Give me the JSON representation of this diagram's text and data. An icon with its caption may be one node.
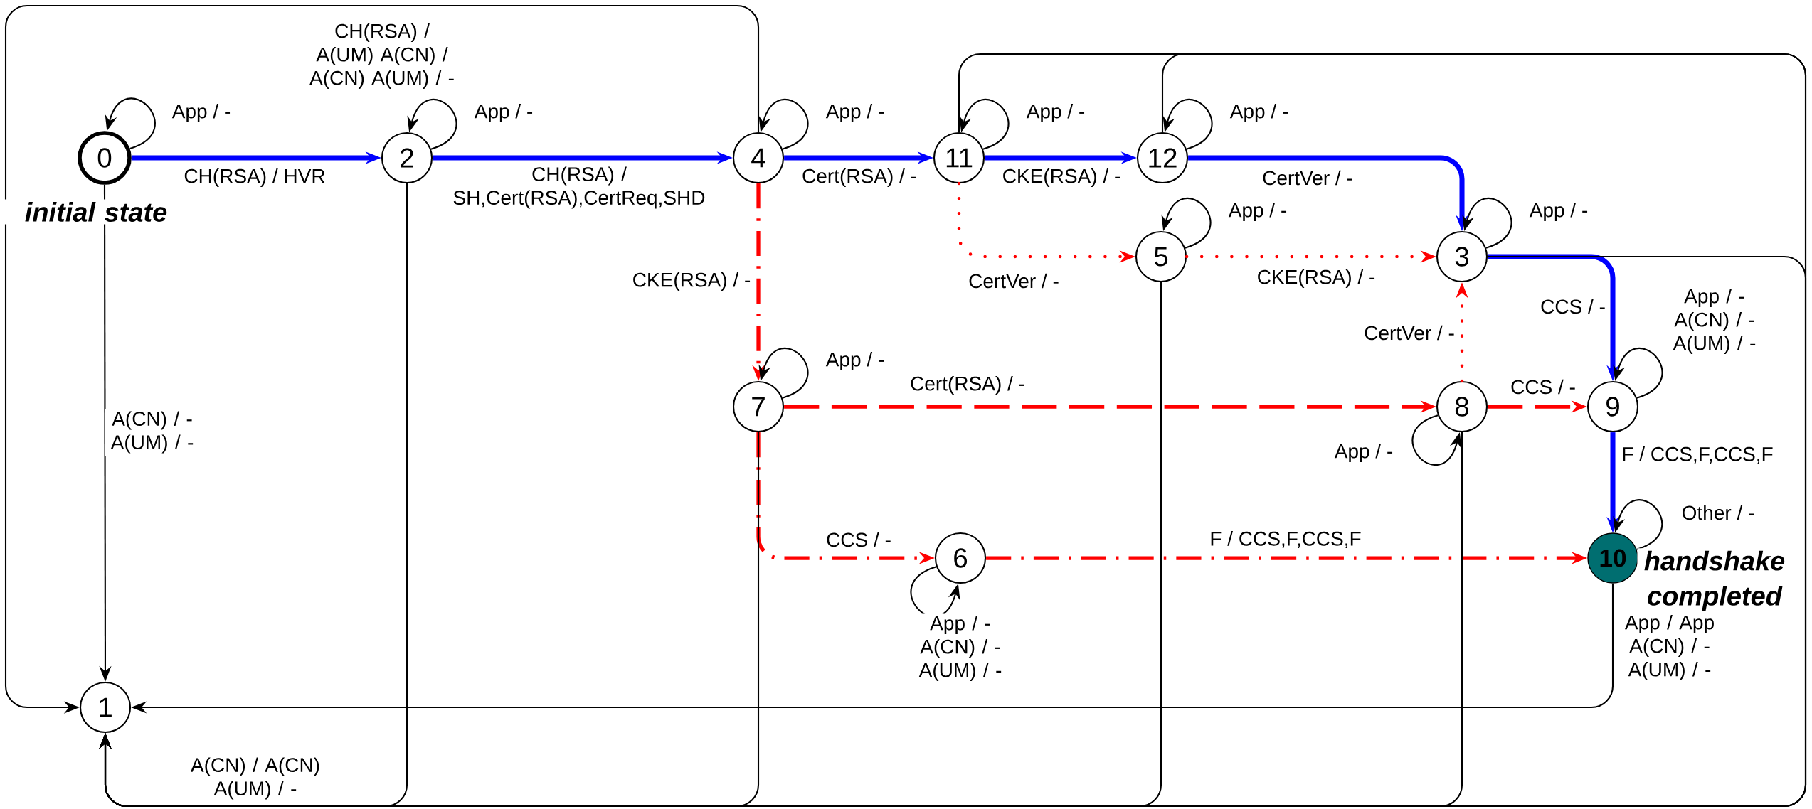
{
  "diagram": {
    "nodes": [
      {
        "text": [
          "0"
        ],
        "beside": [
          "initial state"
        ]
      },
      {
        "text": [
          "2"
        ]
      },
      {
        "text": [
          "4"
        ]
      },
      {
        "text": [
          "11"
        ]
      },
      {
        "text": [
          "12"
        ]
      },
      {
        "text": [
          "5"
        ]
      },
      {
        "text": [
          "3"
        ]
      },
      {
        "text": [
          "7"
        ]
      },
      {
        "text": [
          "8"
        ]
      },
      {
        "text": [
          "9"
        ]
      },
      {
        "text": [
          "6"
        ]
      },
      {
        "text": [
          "10"
        ],
        "beside": [
          "handshake completed"
        ]
      },
      {
        "text": [
          "1"
        ]
      }
    ],
    "edges": [
      {
        "from": 0,
        "to": 0,
        "arrow": "to",
        "label": "App / -"
      },
      {
        "from": 0,
        "to": 1,
        "arrow": "to",
        "label": "CH(RSA) / HVR",
        "style": "thick",
        "color": "#0000ff"
      },
      {
        "from": 1,
        "to": 1,
        "arrow": "to",
        "label": "App / -"
      },
      {
        "from": 1,
        "to": 2,
        "arrow": "to",
        "label": "CH(RSA) / SH,Cert(RSA),CertReq,SHD",
        "style": "thick",
        "color": "#0000ff"
      },
      {
        "from": 2,
        "to": 2,
        "arrow": "to",
        "label": "App / -"
      },
      {
        "from": 2,
        "to": 3,
        "arrow": "to",
        "label": "Cert(RSA) / -",
        "style": "thick",
        "color": "#0000ff"
      },
      {
        "from": 3,
        "to": 3,
        "arrow": "to",
        "label": "App / -"
      },
      {
        "from": 3,
        "to": 4,
        "arrow": "to",
        "label": "CKE(RSA) / -",
        "style": "thick",
        "color": "#0000ff"
      },
      {
        "from": 4,
        "to": 4,
        "arrow": "to",
        "label": "App / -"
      },
      {
        "from": 4,
        "to": 6,
        "arrow": "to",
        "label": "CertVer / -",
        "style": "thick",
        "color": "#0000ff"
      },
      {
        "from": 6,
        "to": 6,
        "arrow": "to",
        "label": "App / -"
      },
      {
        "from": 6,
        "to": 9,
        "arrow": "to",
        "label": "CCS / -",
        "style": "thick",
        "color": "#0000ff"
      },
      {
        "from": 9,
        "to": 9,
        "arrow": "to",
        "label": "App / - A(CN) / - A(UM) / -"
      },
      {
        "from": 9,
        "to": 11,
        "arrow": "to",
        "label": "F / CCS,F,CCS,F",
        "style": "thick",
        "color": "#0000ff"
      },
      {
        "from": 11,
        "to": 11,
        "arrow": "to",
        "label": "Other / -"
      },
      {
        "from": 2,
        "to": 7,
        "arrow": "to",
        "label": "CKE(RSA) / -",
        "style": "dashed",
        "color": "#ff0000"
      },
      {
        "from": 7,
        "to": 7,
        "arrow": "to",
        "label": "App / -"
      },
      {
        "from": 7,
        "to": 8,
        "arrow": "to",
        "label": "Cert(RSA) / -",
        "style": "dashed",
        "color": "#ff0000"
      },
      {
        "from": 8,
        "to": 8,
        "arrow": "to",
        "label": "App / -"
      },
      {
        "from": 8,
        "to": 9,
        "arrow": "to",
        "label": "CCS / -",
        "style": "dashed",
        "color": "#ff0000"
      },
      {
        "from": 8,
        "to": 6,
        "arrow": "to",
        "label": "CertVer / -",
        "style": "dashed",
        "color": "#ff0000"
      },
      {
        "from": 3,
        "to": 5,
        "arrow": "to",
        "label": "CertVer / -",
        "style": "dashed",
        "color": "#ff0000"
      },
      {
        "from": 5,
        "to": 5,
        "arrow": "to",
        "label": "App / -"
      },
      {
        "from": 5,
        "to": 6,
        "arrow": "to",
        "label": "CKE(RSA) / -",
        "style": "dashed",
        "color": "#ff0000"
      },
      {
        "from": 7,
        "to": 10,
        "arrow": "to",
        "label": "CCS / -",
        "style": "dashed",
        "color": "#ff0000"
      },
      {
        "from": 10,
        "to": 10,
        "arrow": "to",
        "label": "App / - A(CN) / - A(UM) / -"
      },
      {
        "from": 10,
        "to": 11,
        "arrow": "to",
        "label": "F / CCS,F,CCS,F",
        "style": "dashed",
        "color": "#ff0000"
      },
      {
        "from": 0,
        "to": 12,
        "arrow": "to",
        "label": "A(CN) / - A(UM) / -"
      },
      {
        "from": 1,
        "to": 12,
        "arrow": "to",
        "label": "A(CN) / A(CN) A(UM) / -"
      },
      {
        "from": 2,
        "to": 12,
        "arrow": "to",
        "label": "CH(RSA) / A(UM) A(CN) / A(CN) A(UM) / -"
      },
      {
        "from": 3,
        "to": 12,
        "arrow": "to"
      },
      {
        "from": 4,
        "to": 12,
        "arrow": "to"
      },
      {
        "from": 6,
        "to": 12,
        "arrow": "to"
      },
      {
        "from": 5,
        "to": 12,
        "arrow": "to"
      },
      {
        "from": 7,
        "to": 12,
        "arrow": "to"
      },
      {
        "from": 8,
        "to": 12,
        "arrow": "to"
      },
      {
        "from": 11,
        "to": 12,
        "arrow": "to",
        "label": "App / App A(CN) / - A(UM) / -"
      }
    ]
  }
}
